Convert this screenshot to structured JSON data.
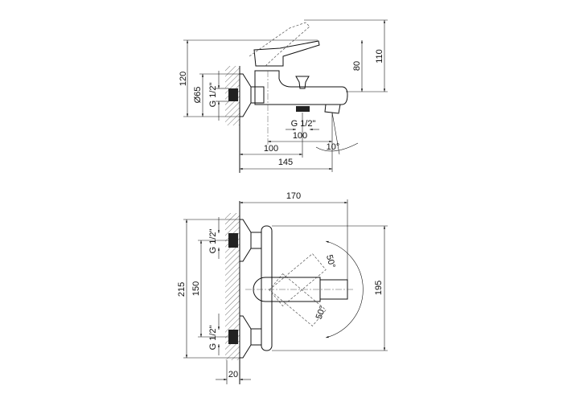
{
  "side_view": {
    "dim_height_total": "120",
    "dim_flange_diameter": "Ø65",
    "dim_inlet_thread": "G 1/2\"",
    "dim_lever_height": "80",
    "dim_lever_open_height": "110",
    "dim_outlet_thread": "G 1/2\"",
    "dim_outlet_spacing": "100",
    "dim_body_to_outlet": "100",
    "dim_projection": "145",
    "dim_spout_angle": "10°"
  },
  "top_view": {
    "dim_width": "170",
    "dim_height_outer": "215",
    "dim_inlet_spacing": "150",
    "dim_body_height": "195",
    "dim_inlet_thread_top": "G 1/2\"",
    "dim_inlet_thread_bottom": "G 1/2\"",
    "dim_wall_offset": "20",
    "dim_lever_angle_up": "50°",
    "dim_lever_angle_down": "50°"
  }
}
